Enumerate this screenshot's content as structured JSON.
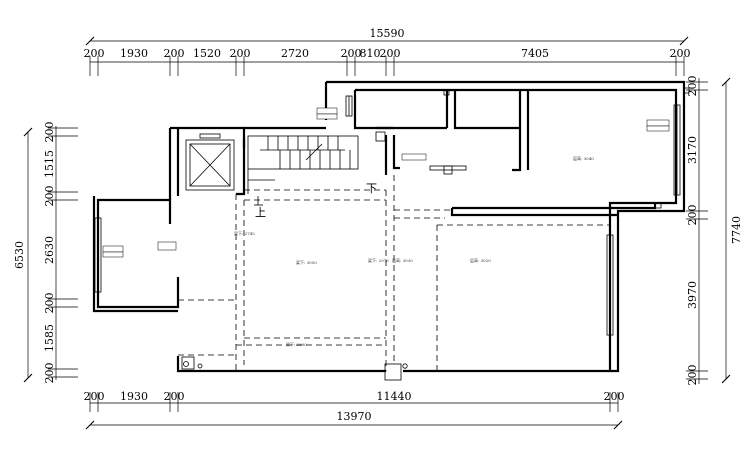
{
  "dimensions": {
    "top_total": "15590",
    "top_segments": [
      "200",
      "1930",
      "200",
      "1520",
      "200",
      "2720",
      "200",
      "810",
      "200",
      "7405",
      "200"
    ],
    "bottom_segments": [
      "200",
      "1930",
      "200",
      "11440",
      "200"
    ],
    "bottom_total": "13970",
    "left_total": "6530",
    "left_segments": [
      "200",
      "1515",
      "200",
      "2630",
      "200",
      "1585",
      "200"
    ],
    "right_total": "7740",
    "right_segments": [
      "200",
      "3170",
      "200",
      "3970",
      "200"
    ]
  },
  "annotations": {
    "up": "上",
    "down": "下",
    "beam_a": "梁下: 2745",
    "beam_b": "梁下: 3050",
    "beam_c": "梁下: 2975",
    "beam_d": "梁下: 2800",
    "height_a": "层高: 3030",
    "height_b": "层高: 3020",
    "height_c": "层高: 3040"
  },
  "colors": {
    "line": "#000000",
    "background": "#ffffff"
  }
}
